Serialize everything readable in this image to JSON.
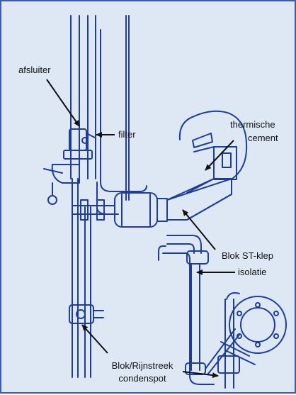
{
  "labels": {
    "afsluiter": "afsluiter",
    "filter": "filter",
    "thermische": "thermische",
    "cement": "cement",
    "blok_st_klep": "Blok ST-klep",
    "isolatie": "isolatie",
    "blok_rijnstreek": "Blok/Rijnstreek",
    "condenspot": "condenspot"
  },
  "colors": {
    "background": "#dde8f4",
    "border": "#3a5f9f",
    "line_art": "#1f3c9a",
    "pointer": "#111111"
  }
}
